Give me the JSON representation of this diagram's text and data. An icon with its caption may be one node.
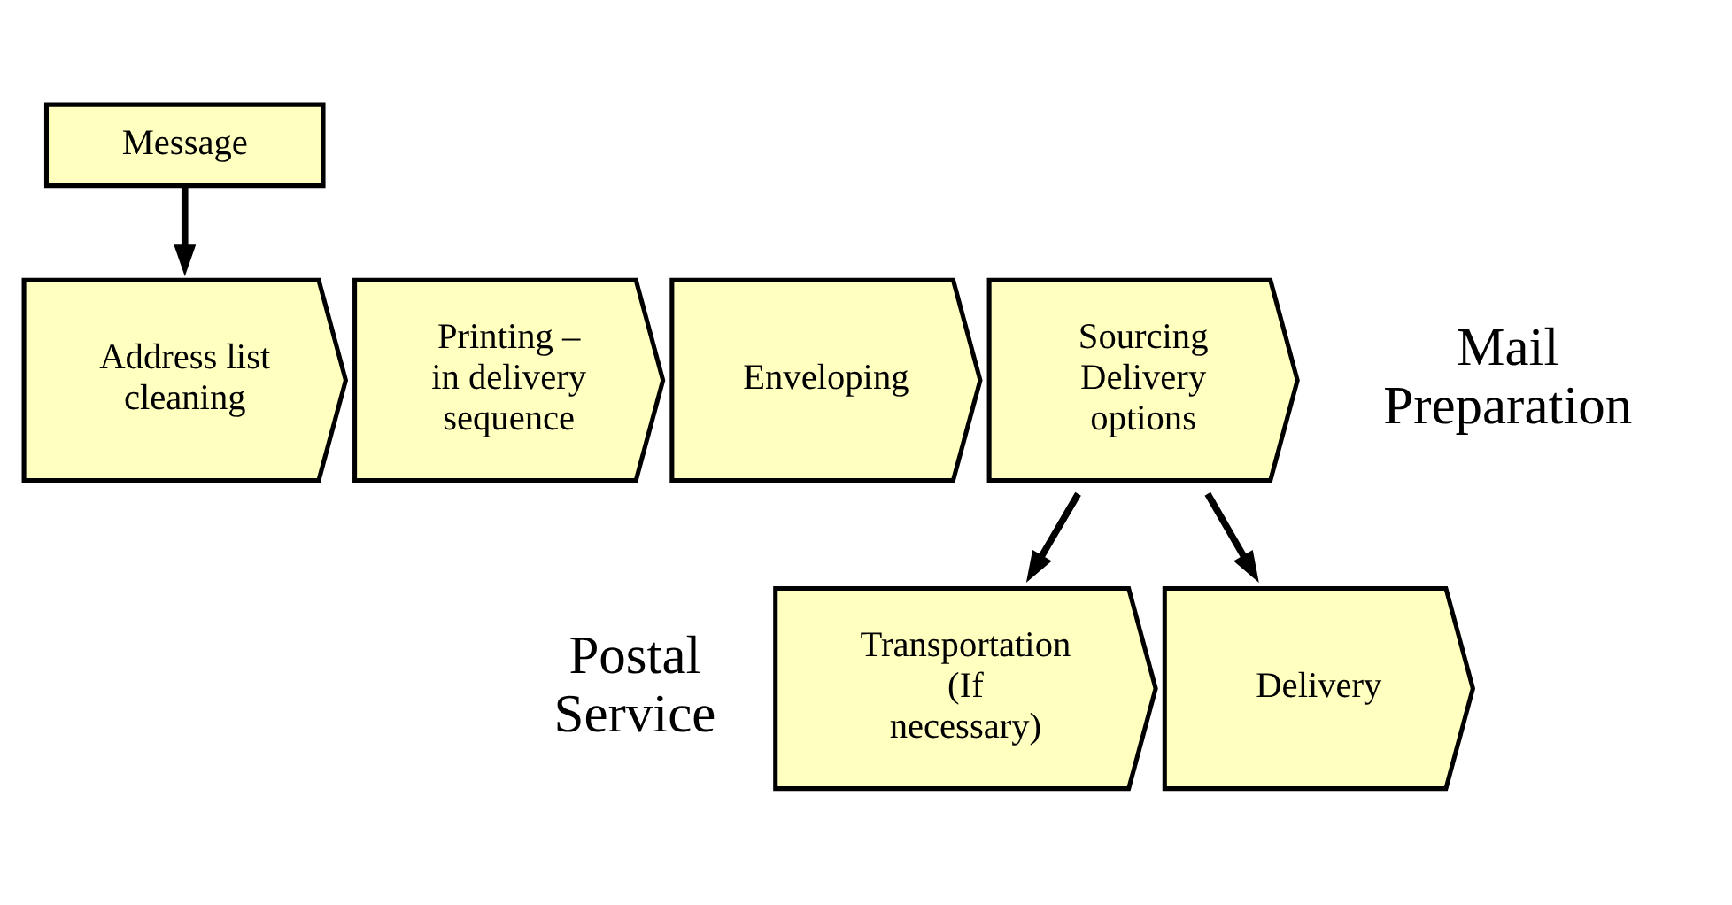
{
  "diagram": {
    "nodes": [
      {
        "text": [
          "Message"
        ]
      },
      {
        "text": [
          "Address list cleaning"
        ]
      },
      {
        "text": [
          "Printing – in delivery sequence"
        ]
      },
      {
        "text": [
          "Enveloping"
        ]
      },
      {
        "text": [
          "Sourcing Delivery options"
        ]
      },
      {
        "text": [
          "Transportation (If necessary)"
        ]
      },
      {
        "text": [
          "Delivery"
        ]
      }
    ],
    "edges": [
      {
        "from": 0,
        "to": 1,
        "arrow": "to"
      },
      {
        "from": 4,
        "to": 5,
        "arrow": "to"
      },
      {
        "from": 4,
        "to": 6,
        "arrow": "to"
      }
    ],
    "labels": [
      "Mail Preparation",
      "Postal Service"
    ]
  }
}
